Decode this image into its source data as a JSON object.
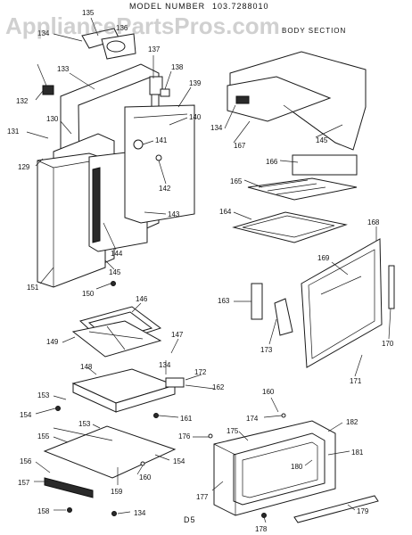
{
  "header": {
    "model_label": "MODEL NUMBER",
    "model_number": "103.7288010",
    "section_title": "BODY SECTION",
    "watermark": "AppliancePartsPros.com",
    "page_code": "D5"
  },
  "part_labels": [
    "135",
    "136",
    "134",
    "133",
    "137",
    "138",
    "132",
    "139",
    "130",
    "140",
    "131",
    "141",
    "129",
    "142",
    "143",
    "144",
    "145",
    "151",
    "150",
    "134",
    "167",
    "145",
    "166",
    "165",
    "164",
    "168",
    "169",
    "163",
    "173",
    "170",
    "171",
    "146",
    "149",
    "147",
    "134",
    "172",
    "148",
    "162",
    "153",
    "154",
    "161",
    "153",
    "155",
    "154",
    "176",
    "175",
    "174",
    "160",
    "182",
    "181",
    "180",
    "156",
    "157",
    "159",
    "160",
    "177",
    "179",
    "158",
    "134",
    "178"
  ]
}
